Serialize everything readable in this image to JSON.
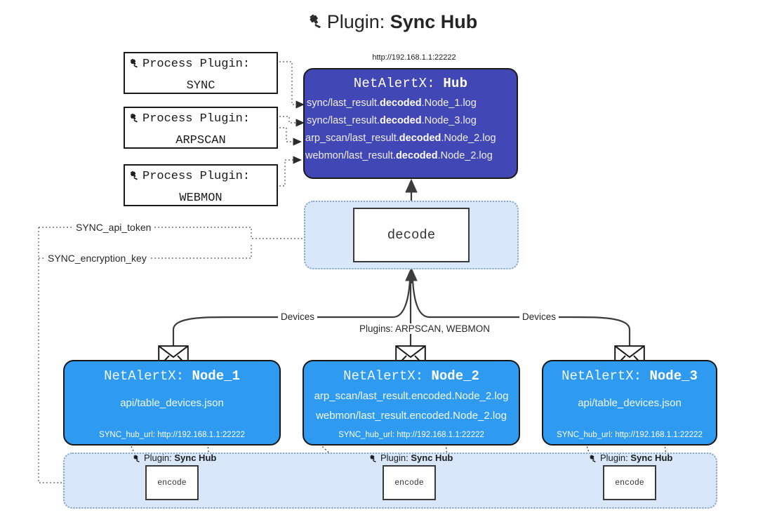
{
  "title": {
    "icon": "plug-icon",
    "prefix": "Plugin: ",
    "name": "Sync Hub"
  },
  "hub": {
    "url": "http://192.168.1.1:22222",
    "title_prefix": "NetAlertX: ",
    "title_name": "Hub",
    "log_lines": [
      {
        "pre": "sync/last_result.",
        "mid": "decoded",
        "post": ".Node_1.log"
      },
      {
        "pre": "sync/last_result.",
        "mid": "decoded",
        "post": ".Node_3.log"
      },
      {
        "pre": "arp_scan/last_result.",
        "mid": "decoded",
        "post": ".Node_2.log"
      },
      {
        "pre": "webmon/last_result.",
        "mid": "decoded",
        "post": ".Node_2.log"
      }
    ]
  },
  "process_plugins": [
    {
      "icon": "plug-icon",
      "line1": "Process Plugin:",
      "line2": "SYNC"
    },
    {
      "icon": "plug-icon",
      "line1": "Process Plugin:",
      "line2": "ARPSCAN"
    },
    {
      "icon": "plug-icon",
      "line1": "Process Plugin:",
      "line2": "WEBMON"
    }
  ],
  "decode": {
    "label": "decode"
  },
  "tokens": [
    {
      "label": "SYNC_api_token"
    },
    {
      "label": "SYNC_encryption_key"
    }
  ],
  "edge_labels": {
    "devices_left": "Devices",
    "devices_right": "Devices",
    "plugins_middle": "Plugins: ARPSCAN, WEBMON"
  },
  "nodes": [
    {
      "icon": "envelope-icon",
      "title_prefix": "NetAlertX: ",
      "title_name": "Node_1",
      "lines": [
        "api/table_devices.json"
      ],
      "url_label": "SYNC_hub_url: http://192.168.1.1:22222"
    },
    {
      "icon": "envelope-icon",
      "title_prefix": "NetAlertX: ",
      "title_name": "Node_2",
      "lines": [
        "arp_scan/last_result.encoded.Node_2.log",
        "webmon/last_result.encoded.Node_2.log"
      ],
      "url_label": "SYNC_hub_url: http://192.168.1.1:22222"
    },
    {
      "icon": "envelope-icon",
      "title_prefix": "NetAlertX: ",
      "title_name": "Node_3",
      "lines": [
        "api/table_devices.json"
      ],
      "url_label": "SYNC_hub_url: http://192.168.1.1:22222"
    }
  ],
  "encoders": [
    {
      "icon": "plug-icon",
      "label_prefix": "Plugin: ",
      "label_name": "Sync Hub",
      "box_label": "encode"
    },
    {
      "icon": "plug-icon",
      "label_prefix": "Plugin: ",
      "label_name": "Sync Hub",
      "box_label": "encode"
    },
    {
      "icon": "plug-icon",
      "label_prefix": "Plugin: ",
      "label_name": "Sync Hub",
      "box_label": "encode"
    }
  ],
  "colors": {
    "hub_fill": "#4147b5",
    "node_fill": "#2f9bf0",
    "container_fill": "#d8e8fa",
    "container_border": "#8aa6c0",
    "stroke": "#3a3a3a"
  }
}
